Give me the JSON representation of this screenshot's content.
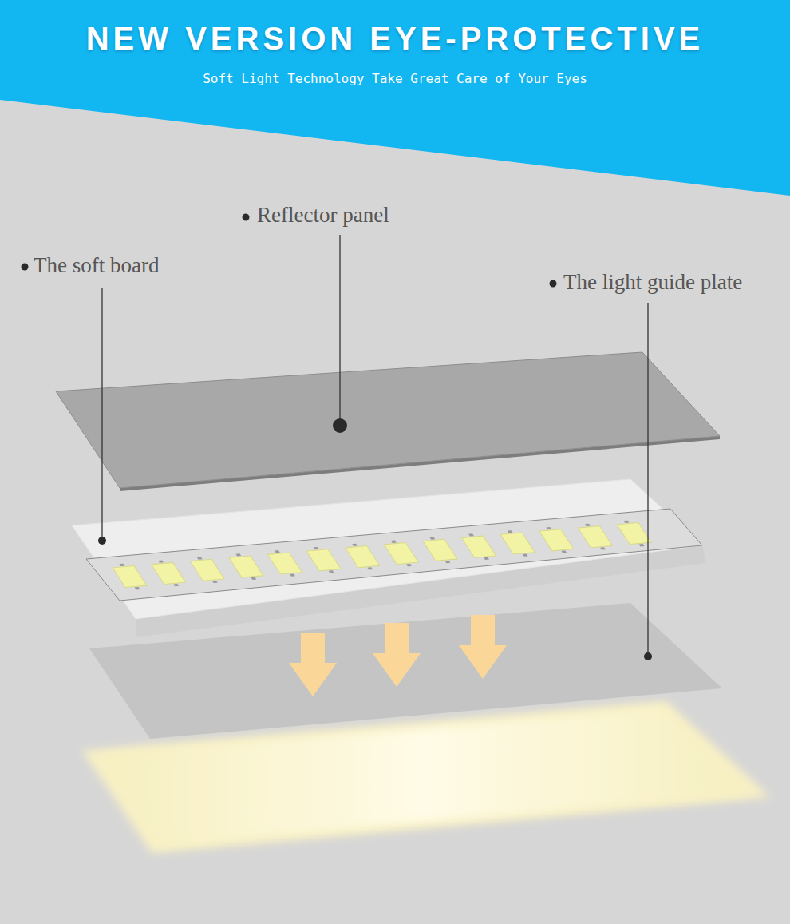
{
  "diagram": {
    "title": "NEW VERSION EYE-PROTECTIVE",
    "labels": [
      "Soft Light Technology Take Great Care of Your Eyes",
      "Reflector panel",
      "The soft board",
      "The light guide plate"
    ]
  }
}
